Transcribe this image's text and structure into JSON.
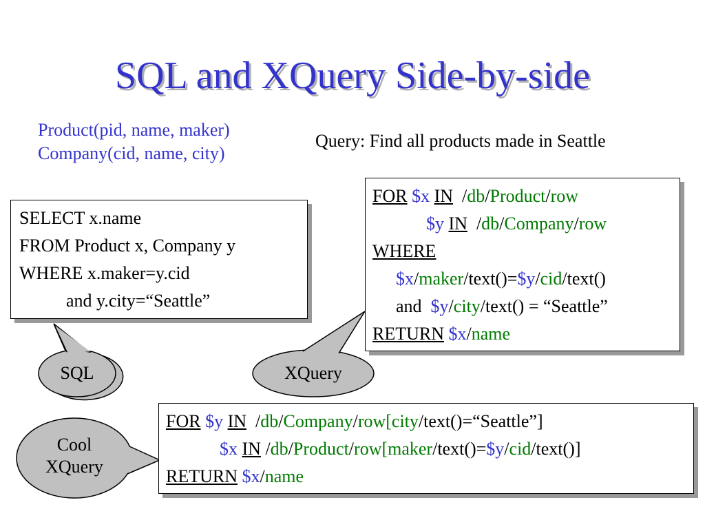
{
  "title": "SQL and XQuery Side-by-side",
  "schema": {
    "line1": "Product(pid, name, maker)",
    "line2": "Company(cid, name, city)"
  },
  "query_desc": "Query: Find all products made in Seattle",
  "sql": {
    "line1": "SELECT x.name",
    "line2": "FROM Product x, Company y",
    "line3": "WHERE x.maker=y.cid",
    "line4": "and y.city=“Seattle”"
  },
  "xquery": {
    "for": "FOR",
    "in": "IN",
    "where": "WHERE",
    "return": "RETURN",
    "and": "and",
    "x": "$x",
    "y": "$y",
    "db": "db",
    "product": "Product",
    "company": "Company",
    "row": "row",
    "maker": "maker",
    "cid": "cid",
    "city": "city",
    "name": "name",
    "text_eq": "text()=",
    "text_end": "text()",
    "text_seattle": "text() = “Seattle”"
  },
  "cool": {
    "for": "FOR",
    "y": "$y",
    "in": "IN",
    "db": "db",
    "company": "Company",
    "row_city": "row[city",
    "city_cond": "text()=“Seattle”]",
    "x": "$x",
    "product": "Product",
    "row_maker": "row[maker",
    "text_eq": "text()=",
    "cid": "cid",
    "text_close": "text()]",
    "return": "RETURN",
    "name": "name"
  },
  "labels": {
    "sql": "SQL",
    "xquery": "XQuery",
    "cool_line1": "Cool",
    "cool_line2": "XQuery"
  },
  "colors": {
    "title": "#3333cc",
    "variable": "#3333cc",
    "path_element": "#007a00",
    "callout_fill": "#c0c0c0"
  }
}
